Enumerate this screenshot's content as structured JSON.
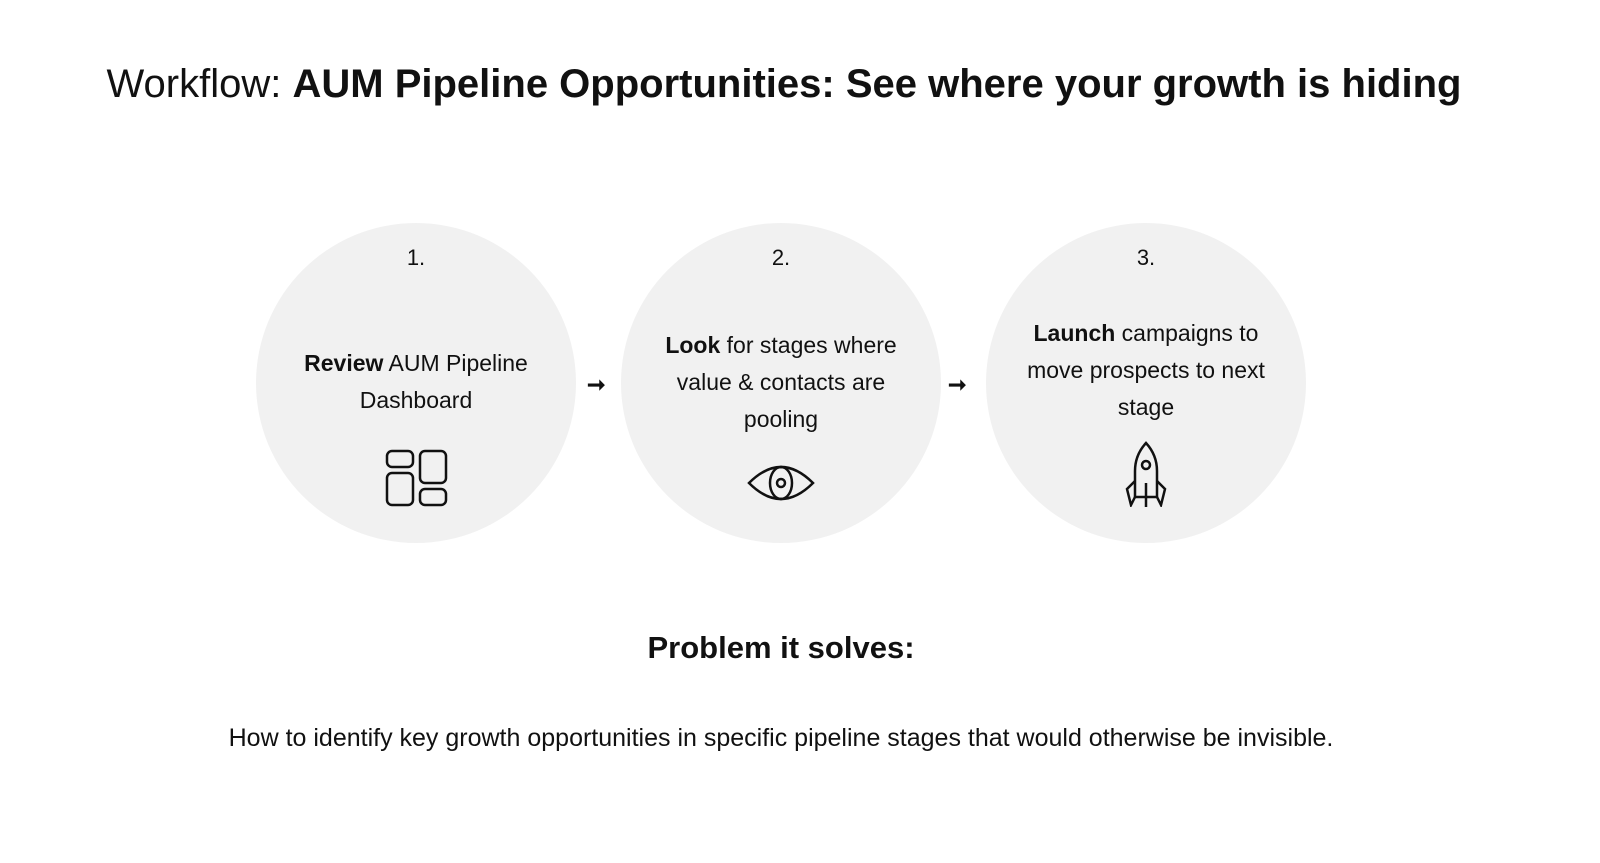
{
  "title": {
    "prefix": "Workflow: ",
    "main": "AUM Pipeline Opportunities: See where your growth is hiding"
  },
  "steps": [
    {
      "number": "1.",
      "bold": "Review",
      "rest": " AUM Pipeline Dashboard",
      "icon": "dashboard-icon"
    },
    {
      "number": "2.",
      "bold": "Look",
      "rest": " for stages where value & contacts are pooling",
      "icon": "eye-icon"
    },
    {
      "number": "3.",
      "bold": "Launch",
      "rest": " campaigns to move prospects to next stage",
      "icon": "rocket-icon"
    }
  ],
  "arrow": "➞",
  "problem": {
    "heading": "Problem it solves:",
    "text": "How to identify key growth opportunities in specific pipeline stages that would otherwise be invisible."
  },
  "colors": {
    "circle": "#f1f1f1",
    "text": "#111111"
  }
}
